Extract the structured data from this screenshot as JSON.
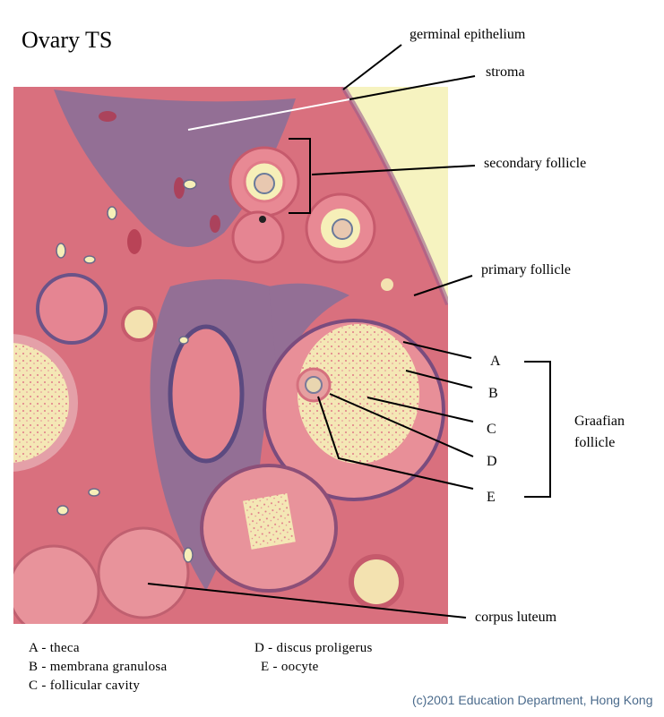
{
  "title": "Ovary TS",
  "labels": {
    "germinal_epithelium": "germinal epithelium",
    "stroma": "stroma",
    "secondary_follicle": "secondary follicle",
    "primary_follicle": "primary follicle",
    "A": "A",
    "B": "B",
    "C": "C",
    "D": "D",
    "E": "E",
    "graafian_line1": "Graafian",
    "graafian_line2": "follicle",
    "corpus_luteum": "corpus luteum"
  },
  "legend": [
    "A - theca",
    "B - membrana granulosa",
    "C - follicular cavity",
    "D - discus proligerus",
    "E - oocyte"
  ],
  "copyright": "(c)2001 Education Department, Hong Kong",
  "colors": {
    "tissue": "#d9707e",
    "stroma_blue": "#5a6fa8",
    "cavity": "#f6f0bc"
  }
}
